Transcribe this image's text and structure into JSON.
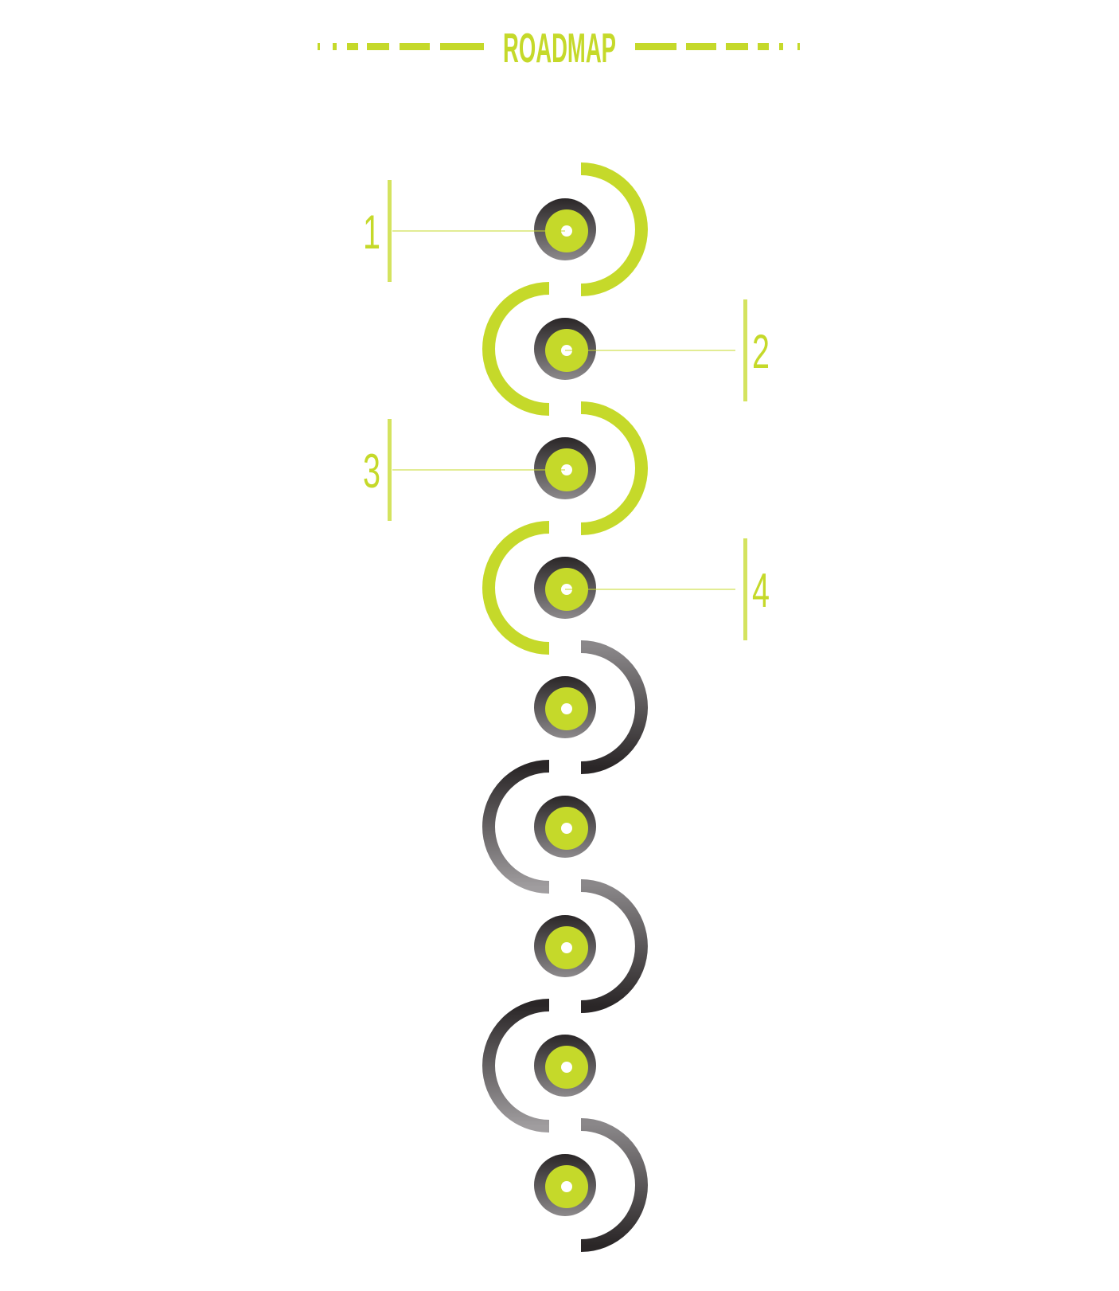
{
  "title": "ROADMAP",
  "colors": {
    "accent": "#c5d92a",
    "dark": "#2e2a2b",
    "mid": "#7a7779",
    "light": "#a3a1a2",
    "background": "#ffffff"
  },
  "milestones": [
    {
      "label": "1",
      "side": "left",
      "arc": "right",
      "status": "active"
    },
    {
      "label": "2",
      "side": "right",
      "arc": "left",
      "status": "active"
    },
    {
      "label": "3",
      "side": "left",
      "arc": "right",
      "status": "active"
    },
    {
      "label": "4",
      "side": "right",
      "arc": "left",
      "status": "active"
    },
    {
      "label": "",
      "side": "",
      "arc": "right",
      "status": "upcoming"
    },
    {
      "label": "",
      "side": "",
      "arc": "left",
      "status": "upcoming"
    },
    {
      "label": "",
      "side": "",
      "arc": "right",
      "status": "upcoming"
    },
    {
      "label": "",
      "side": "",
      "arc": "left",
      "status": "upcoming"
    },
    {
      "label": "",
      "side": "",
      "arc": "right",
      "status": "upcoming"
    }
  ]
}
